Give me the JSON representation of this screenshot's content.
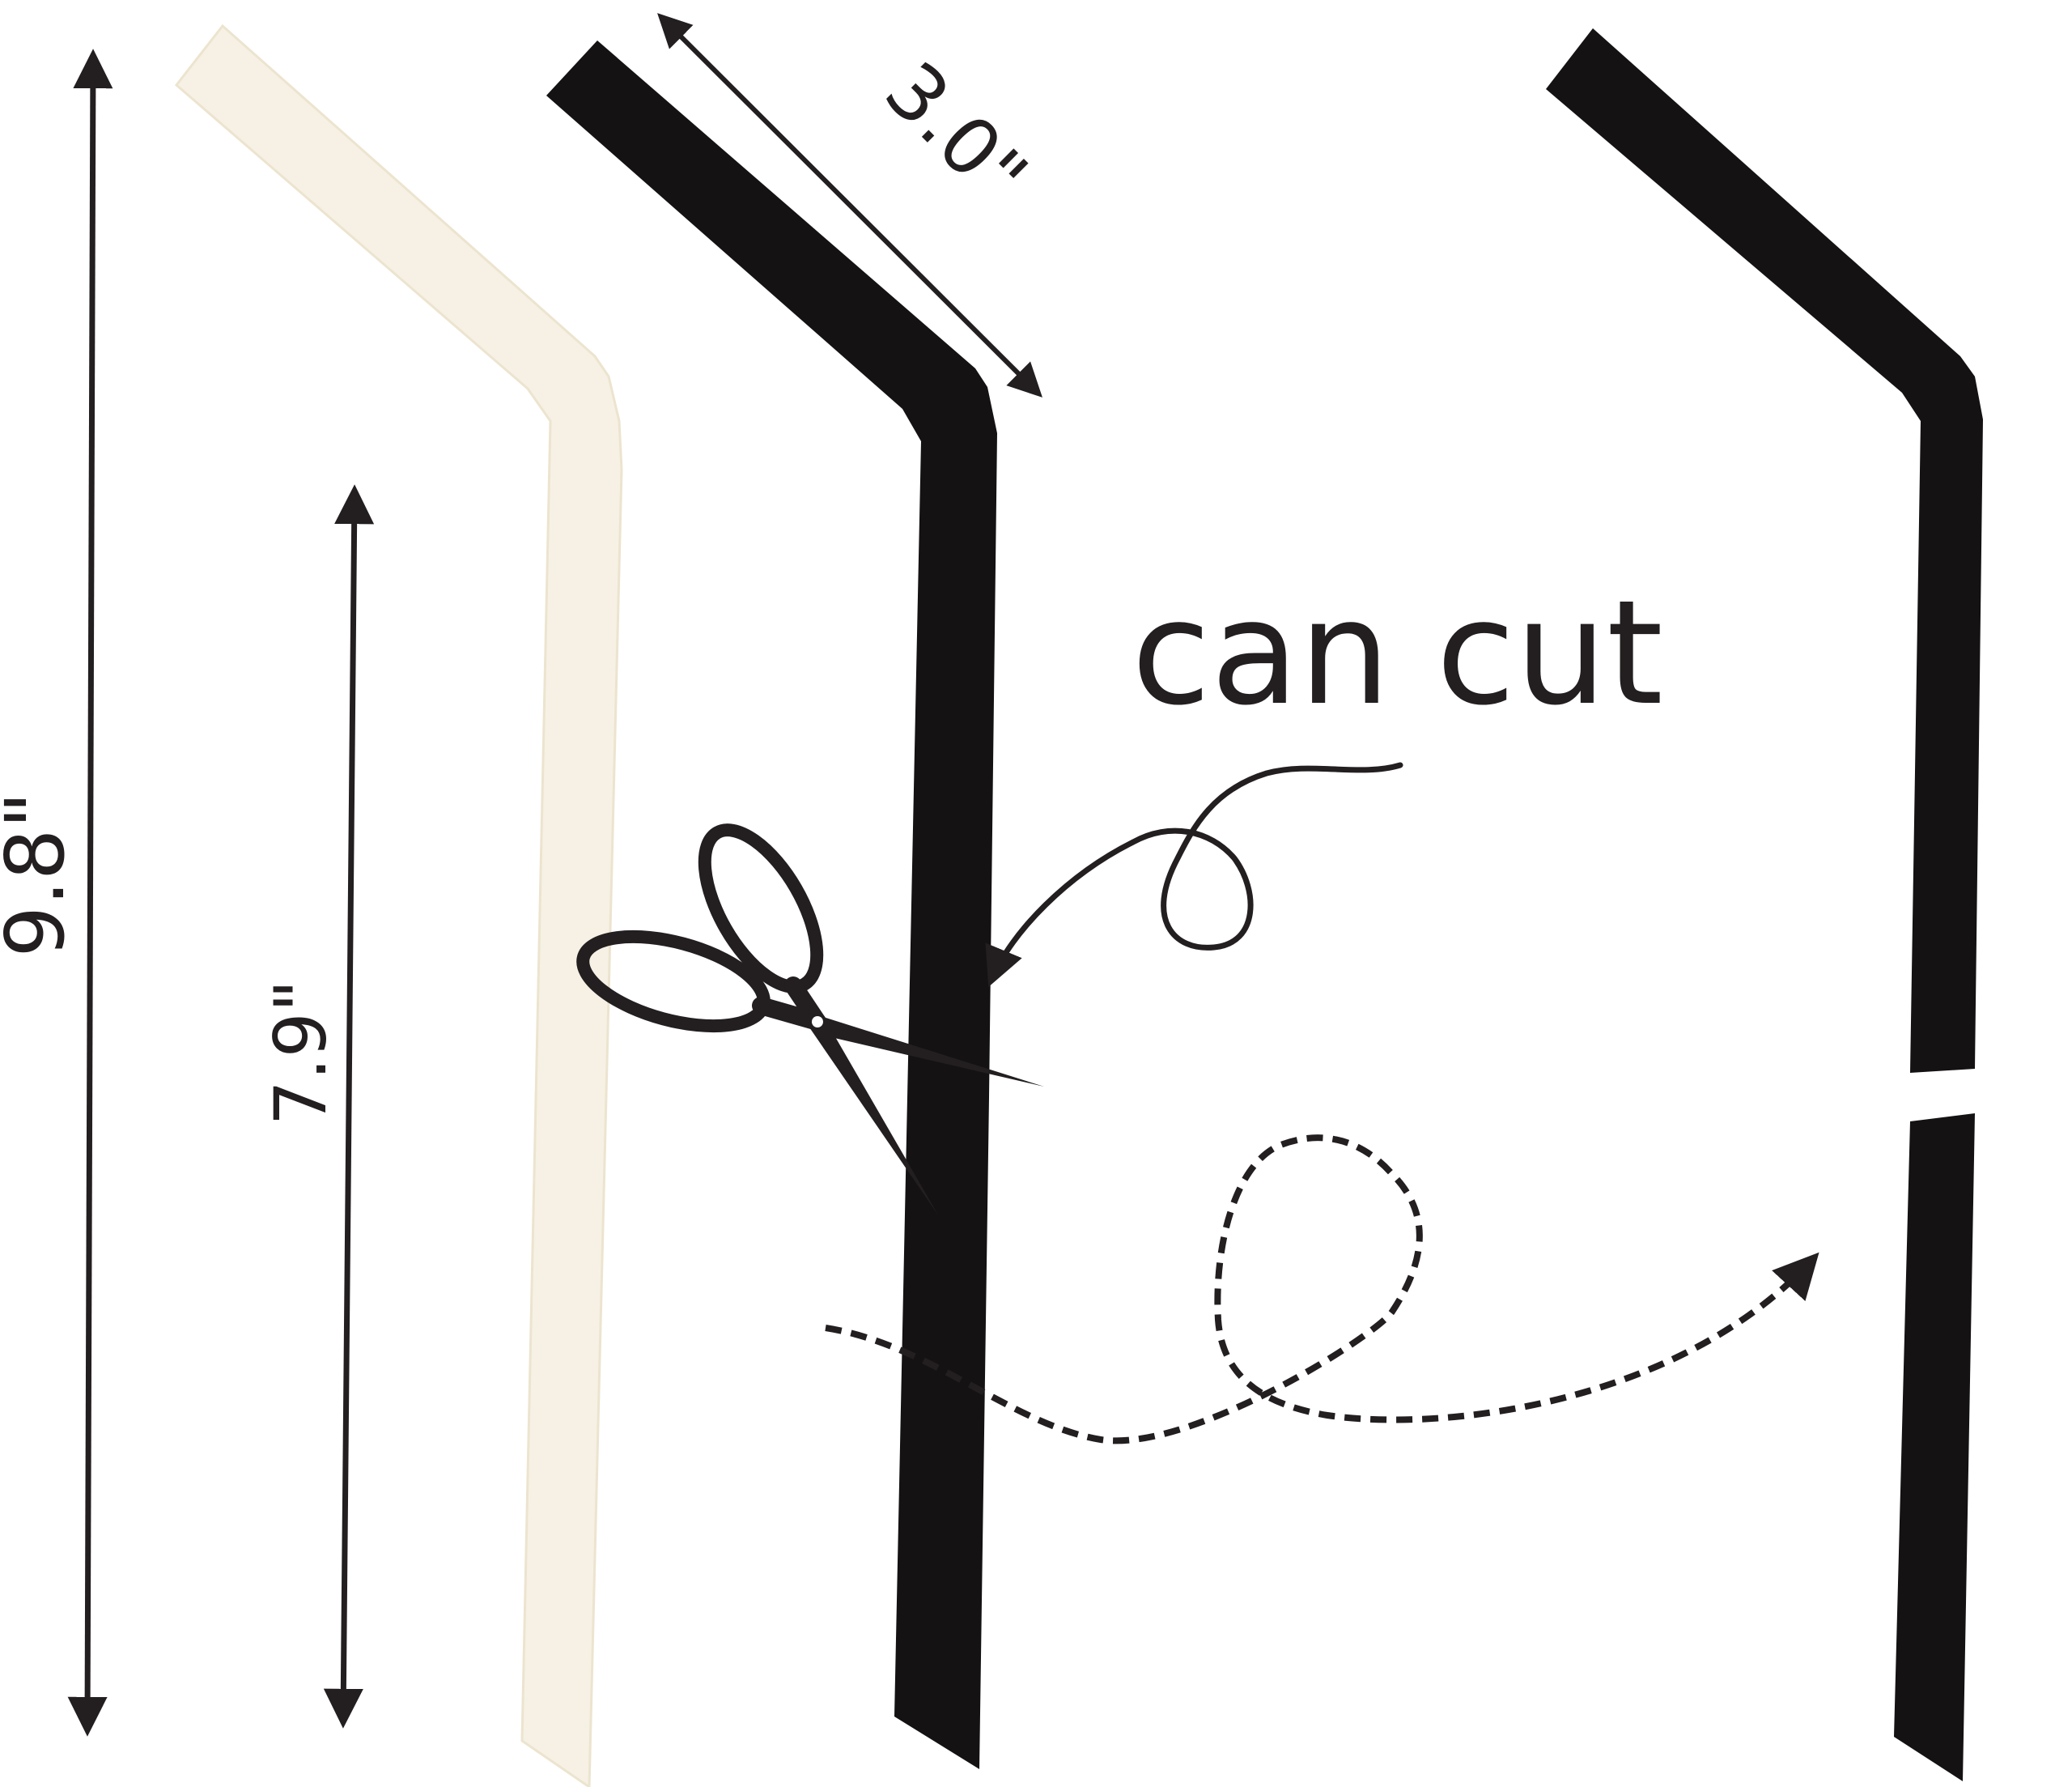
{
  "labels": {
    "total_length": "9.8\"",
    "straight_length": "7.9\"",
    "bend_length": "3.0\"",
    "cut_note": "can cut"
  },
  "colors": {
    "ink": "#231f20",
    "straw_clear": "#f6f1e4",
    "straw_black": "#141213",
    "background": "#ffffff"
  },
  "icons": {
    "scissors": "scissors-icon"
  }
}
